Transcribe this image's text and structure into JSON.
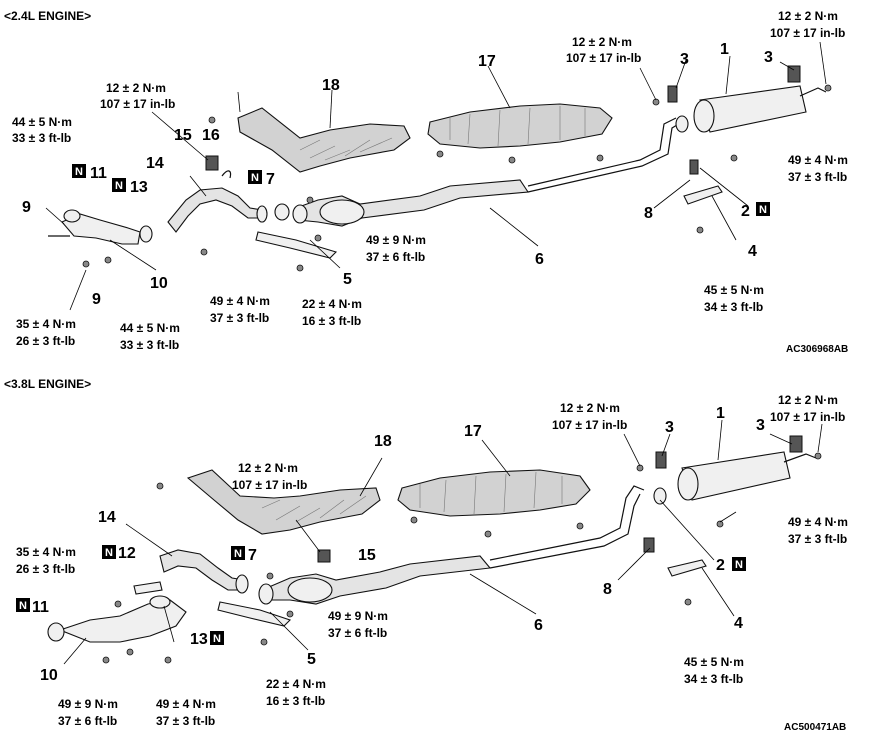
{
  "diagram": {
    "upper": {
      "header": "<2.4L ENGINE>",
      "code": "AC306968AB",
      "labels": {
        "p1": "1",
        "p2": "2",
        "p3a": "3",
        "p3b": "3",
        "p4": "4",
        "p5": "5",
        "p6": "6",
        "p7": "7",
        "p8": "8",
        "p9a": "9",
        "p9b": "9",
        "p10": "10",
        "p11": "11",
        "p13": "13",
        "p14": "14",
        "p15": "15",
        "p16": "16",
        "p17": "17",
        "p18": "18"
      },
      "torques": {
        "t_topright": [
          "12 ± 2 N·m",
          "107 ± 17 in-lb"
        ],
        "t_mid_top": [
          "12 ± 2 N·m",
          "107 ± 17 in-lb"
        ],
        "t_left_top": [
          "12 ± 2 N·m",
          "107 ± 17 in-lb"
        ],
        "t_left": [
          "44 ± 5 N·m",
          "33 ± 3 ft-lb"
        ],
        "t_right49": [
          "49 ± 4 N·m",
          "37 ± 3 ft-lb"
        ],
        "t_center49x9": [
          "49 ± 9 N·m",
          "37 ± 6 ft-lb"
        ],
        "t_center49x4": [
          "49 ± 4 N·m",
          "37 ± 3 ft-lb"
        ],
        "t_22": [
          "22 ± 4 N·m",
          "16 ± 3 ft-lb"
        ],
        "t_45": [
          "45 ± 5 N·m",
          "34 ± 3 ft-lb"
        ],
        "t_35": [
          "35 ± 4 N·m",
          "26 ± 3 ft-lb"
        ],
        "t_44b": [
          "44 ± 5 N·m",
          "33 ± 3 ft-lb"
        ]
      }
    },
    "lower": {
      "header": "<3.8L ENGINE>",
      "code": "AC500471AB",
      "labels": {
        "p1": "1",
        "p2": "2",
        "p3a": "3",
        "p3b": "3",
        "p4": "4",
        "p5": "5",
        "p6": "6",
        "p7": "7",
        "p8": "8",
        "p10": "10",
        "p11": "11",
        "p12": "12",
        "p13": "13",
        "p14": "14",
        "p15": "15",
        "p17": "17",
        "p18": "18"
      },
      "torques": {
        "t_topright": [
          "12 ± 2 N·m",
          "107 ± 17 in-lb"
        ],
        "t_mid_top": [
          "12 ± 2 N·m",
          "107 ± 17 in-lb"
        ],
        "t_center_top": [
          "12 ± 2 N·m",
          "107 ± 17 in-lb"
        ],
        "t_right49": [
          "49 ± 4 N·m",
          "37 ± 3 ft-lb"
        ],
        "t_center49x9": [
          "49 ± 9 N·m",
          "37 ± 6 ft-lb"
        ],
        "t_35": [
          "35 ± 4 N·m",
          "26 ± 3 ft-lb"
        ],
        "t_22": [
          "22 ± 4 N·m",
          "16 ± 3 ft-lb"
        ],
        "t_45": [
          "45 ± 5 N·m",
          "34 ± 3 ft-lb"
        ],
        "t_bl49x9": [
          "49 ± 9 N·m",
          "37 ± 6 ft-lb"
        ],
        "t_bl49x4": [
          "49 ± 4 N·m",
          "37 ± 3 ft-lb"
        ]
      }
    },
    "new_part_marker": "N"
  }
}
